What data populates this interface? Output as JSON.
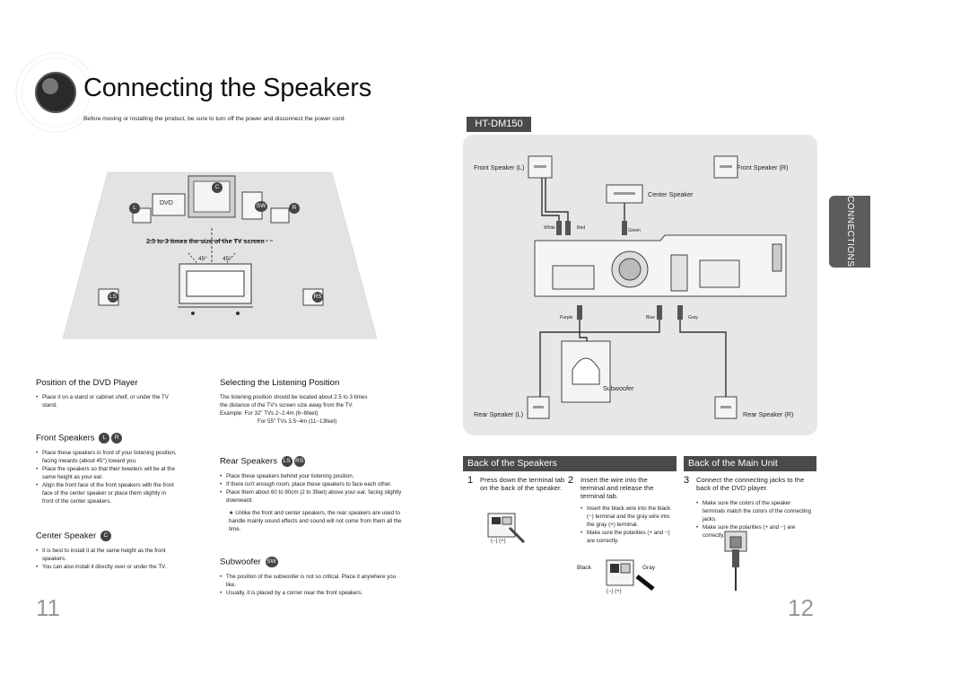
{
  "header": {
    "title": "Connecting the Speakers",
    "subtitle": "Before moving or installing the product, be sure to turn off the power and disconnect the power cord."
  },
  "room_diagram": {
    "labels": {
      "c": "C",
      "l": "L",
      "r": "R",
      "sw": "SW",
      "ls": "LS",
      "rs": "RS",
      "dvd": "DVD"
    },
    "distance_note": "2.5 to 3 times the size of the TV screen",
    "angle_left": "45°",
    "angle_right": "45°"
  },
  "left": {
    "position_dvd": {
      "heading": "Position of the DVD Player",
      "bullets": [
        "Place it on a stand or cabinet shelf, or under the TV stand."
      ]
    },
    "listening": {
      "heading": "Selecting the Listening Position",
      "text1": "The listening position should be located about 2.5 to 3 times the distance of the TV's screen size away from the TV. Example: For 32\" TVs 2~2.4m (6~8feet)",
      "text2": "For 55\" TVs 3.5~4m (11~13feet)"
    },
    "front": {
      "heading": "Front Speakers",
      "badge1": "L",
      "badge2": "R",
      "bullets": [
        "Place these speakers in front of your listening position, facing inwards (about 45°) toward you.",
        "Place the speakers so that their tweeters will be at the same height as your ear.",
        "Align the front face of the front speakers with the front face of the center speaker or place them slightly in front of the center speakers."
      ]
    },
    "center": {
      "heading": "Center Speaker",
      "badge": "C",
      "bullets": [
        "It is best to install it at the same height as the front speakers.",
        "You can also install it directly over or under the TV."
      ]
    },
    "rear": {
      "heading": "Rear Speakers",
      "badge1": "LS",
      "badge2": "RS",
      "bullets": [
        "Place these speakers behind your listening position.",
        "If there isn't enough room, place these speakers to face each other.",
        "Place them about 60 to 90cm (2 to 3feet) above your ear, facing slightly downward."
      ],
      "note": "★ Unlike the front and center speakers, the rear speakers are used to handle mainly sound effects and sound will not come from them all the time."
    },
    "subwoofer": {
      "heading": "Subwoofer",
      "badge": "SW",
      "bullets": [
        "The position of the subwoofer is not so critical. Place it anywhere you like.",
        "Usually, it is placed by a corner near the front speakers."
      ]
    },
    "page_number": "11"
  },
  "right": {
    "model": "HT-DM150",
    "side_tab": "CONNECTIONS",
    "diagram": {
      "front_left": "Front Speaker (L)",
      "front_right": "Front Speaker (R)",
      "center": "Center Speaker",
      "white": "White",
      "red": "Red",
      "green": "Green",
      "purple": "Purple",
      "blue": "Blue",
      "gray": "Gray",
      "subwoofer": "Subwoofer",
      "rear_left": "Rear Speaker (L)",
      "rear_right": "Rear Speaker (R)"
    },
    "back_speakers": {
      "heading": "Back of the Speakers",
      "step1_num": "1",
      "step1": "Press down the terminal tab on the back of the speaker.",
      "step2_num": "2",
      "step2": "Insert the wire into the terminal and release the terminal tab.",
      "step2_bullets": [
        "Insert the black wire into the black (−) terminal and the gray wire into the gray (+) terminal.",
        "Make sure the polarities (+ and −) are correctly."
      ],
      "polarity": "(−)  (+)",
      "black": "Black",
      "gray": "Gray"
    },
    "back_main": {
      "heading": "Back of the Main Unit",
      "step3_num": "3",
      "step3": "Connect the connecting jacks to the back of the DVD player.",
      "bullets": [
        "Make sure the colors of the speaker terminals match the colors of the connecting jacks.",
        "Make sure the polarities (+ and −) are correctly."
      ]
    },
    "page_number": "12"
  }
}
